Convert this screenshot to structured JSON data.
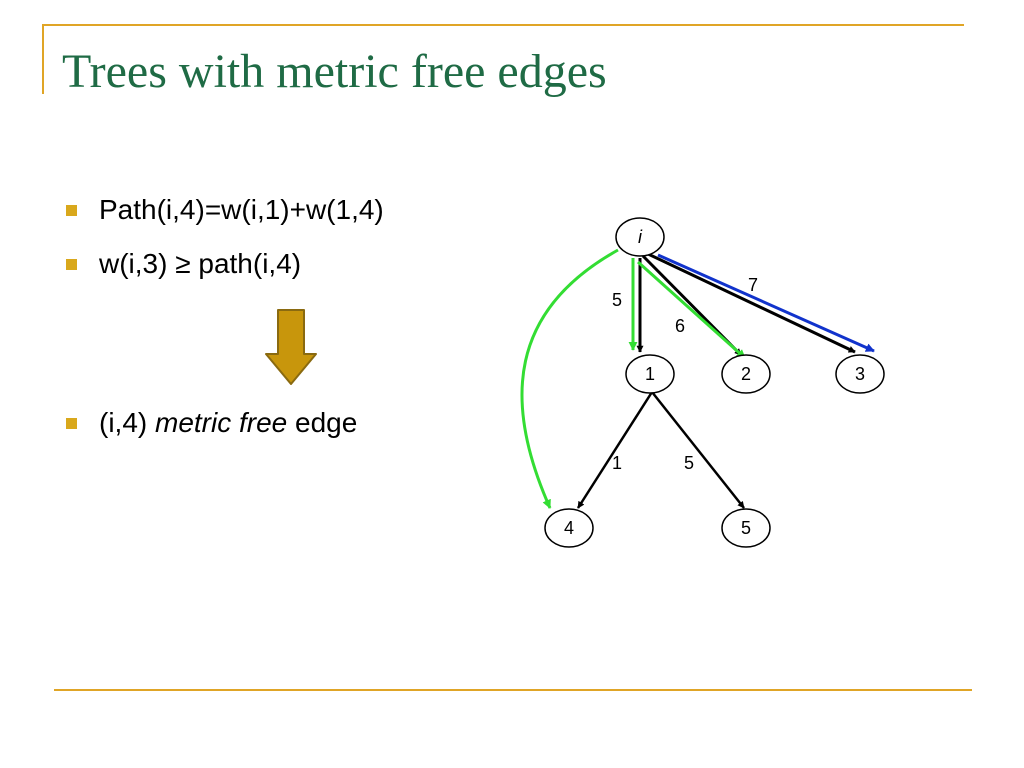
{
  "slide": {
    "title": "Trees with metric free edges",
    "bullets": [
      {
        "text": "Path(i,4)=w(i,1)+w(1,4)"
      },
      {
        "text": "w(i,3) ≥ path(i,4)"
      },
      {
        "pre": "(i,4) ",
        "emph": "metric free",
        "post": " edge"
      }
    ]
  },
  "graph": {
    "nodes": [
      {
        "id": "i",
        "label": "i"
      },
      {
        "id": "1",
        "label": "1"
      },
      {
        "id": "2",
        "label": "2"
      },
      {
        "id": "3",
        "label": "3"
      },
      {
        "id": "4",
        "label": "4"
      },
      {
        "id": "5",
        "label": "5"
      }
    ],
    "edges": [
      {
        "from": "i",
        "to": "1",
        "weight": "5"
      },
      {
        "from": "i",
        "to": "2",
        "weight": "6"
      },
      {
        "from": "i",
        "to": "3",
        "weight": "7"
      },
      {
        "from": "1",
        "to": "4",
        "weight": "1"
      },
      {
        "from": "1",
        "to": "5",
        "weight": "5"
      }
    ],
    "highlighted_paths": [
      {
        "from": "i",
        "to": "1",
        "color": "#33dd33"
      },
      {
        "from": "i",
        "to": "2",
        "color": "#33dd33"
      },
      {
        "from": "i",
        "to": "4",
        "color": "#33dd33"
      },
      {
        "from": "i",
        "to": "3",
        "color": "#1133cc"
      }
    ]
  },
  "colors": {
    "title": "#1f6b45",
    "frame": "#e0a526",
    "bullet_marker": "#d9a81c",
    "arrow_fill": "#c8960c",
    "arrow_stroke": "#8a6a10",
    "green": "#33dd33",
    "blue": "#1133cc"
  }
}
